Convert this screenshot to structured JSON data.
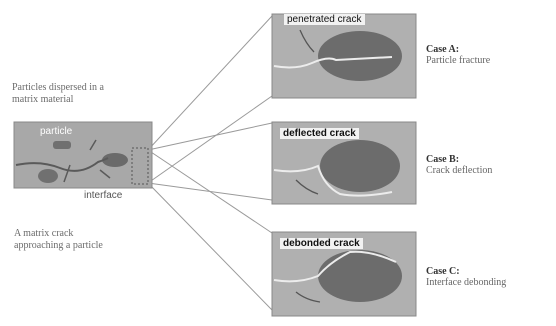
{
  "left": {
    "caption_top_line1": "Particles dispersed in a",
    "caption_top_line2": "matrix material",
    "label_particle": "particle",
    "label_interface": "interface",
    "caption_bottom_line1": "A matrix crack",
    "caption_bottom_line2": "approaching a particle"
  },
  "cases": [
    {
      "panel_label": "penetrated crack",
      "title": "Case A:",
      "desc": "Particle fracture"
    },
    {
      "panel_label": "deflected crack",
      "title": "Case B:",
      "desc": "Crack deflection"
    },
    {
      "panel_label": "debonded crack",
      "title": "Case C:",
      "desc": "Interface debonding"
    }
  ],
  "colors": {
    "matrix": "#a6a6a6",
    "particle": "#6f6f6f",
    "crack": "#e8e8e8",
    "line": "#8c8c8c"
  }
}
